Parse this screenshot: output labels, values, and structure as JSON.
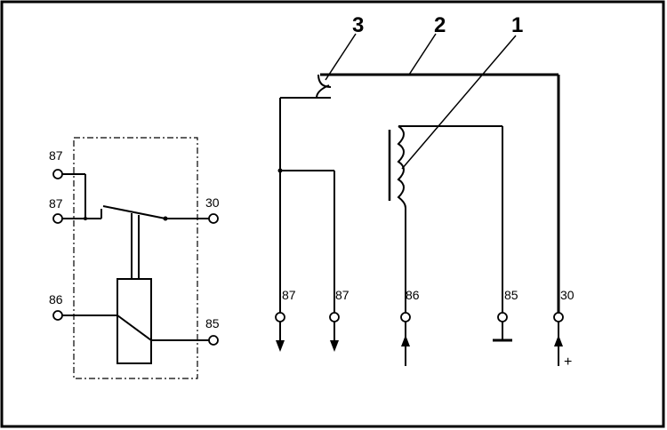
{
  "left_schematic": {
    "pins": {
      "t87a": "87",
      "t87b": "87",
      "t30": "30",
      "t86": "86",
      "t85": "85"
    }
  },
  "right_schematic": {
    "callouts": {
      "c1": "1",
      "c2": "2",
      "c3": "3"
    },
    "pins": {
      "p87a": "87",
      "p87b": "87",
      "p86": "86",
      "p85": "85",
      "p30": "30"
    },
    "plus_sign": "+"
  }
}
